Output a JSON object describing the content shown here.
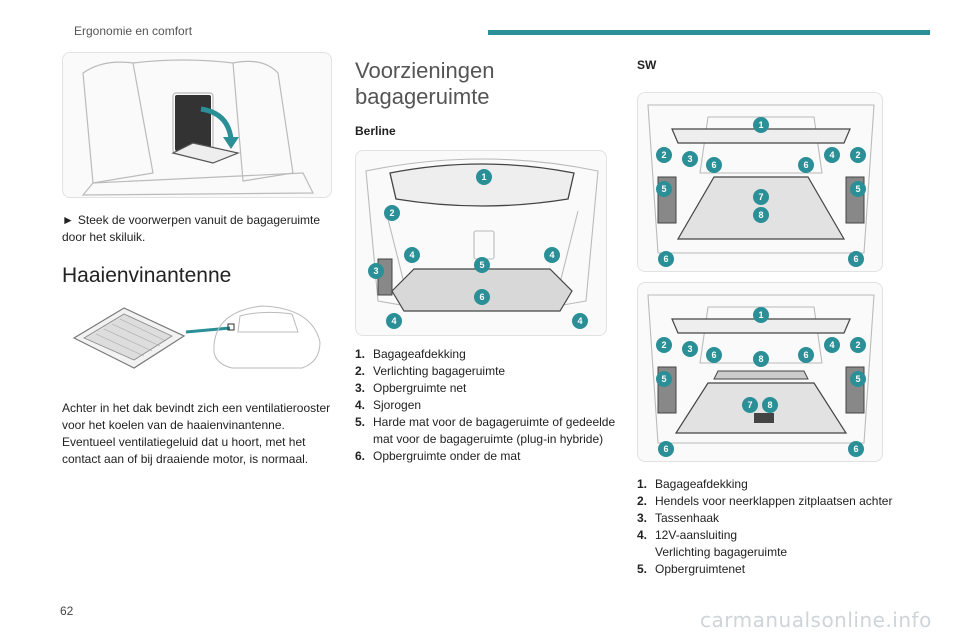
{
  "header": {
    "section": "Ergonomie en comfort"
  },
  "page_number": "62",
  "footer_watermark": "carmanualsonline.info",
  "colors": {
    "accent": "#2a8f97"
  },
  "left": {
    "ski_bullet": "Steek de voorwerpen vanuit de bagageruimte door het skiluik.",
    "antenna_title": "Haaienvinantenne",
    "antenna_text": "Achter in het dak bevindt zich een ventilatierooster voor het koelen van de haaienvinantenne. Eventueel ventilatiegeluid dat u hoort, met het contact aan of bij draaiende motor, is normaal."
  },
  "middle": {
    "title": "Voorzieningen bagageruimte",
    "subtitle": "Berline",
    "items": [
      {
        "n": "1.",
        "t": "Bagageafdekking"
      },
      {
        "n": "2.",
        "t": "Verlichting bagageruimte"
      },
      {
        "n": "3.",
        "t": "Opbergruimte net"
      },
      {
        "n": "4.",
        "t": "Sjorogen"
      },
      {
        "n": "5.",
        "t": "Harde mat voor de bagageruimte of gedeelde mat voor de bagageruimte (plug-in hybride)"
      },
      {
        "n": "6.",
        "t": "Opbergruimte onder de mat"
      }
    ]
  },
  "right": {
    "subtitle": "SW",
    "items": [
      {
        "n": "1.",
        "t": "Bagageafdekking"
      },
      {
        "n": "2.",
        "t": "Hendels voor neerklappen zitplaatsen achter"
      },
      {
        "n": "3.",
        "t": "Tassenhaak"
      },
      {
        "n": "4.",
        "t": "12V-aansluiting\nVerlichting bagageruimte"
      },
      {
        "n": "5.",
        "t": "Opbergruimtenet"
      }
    ]
  },
  "badges": {
    "berline": [
      "1",
      "2",
      "3",
      "4",
      "4",
      "5",
      "6",
      "4",
      "4"
    ],
    "sw1": [
      "1",
      "2",
      "3",
      "6",
      "6",
      "4",
      "2",
      "5",
      "5",
      "7",
      "8",
      "6",
      "6"
    ],
    "sw2": [
      "1",
      "2",
      "3",
      "6",
      "8",
      "6",
      "4",
      "2",
      "5",
      "5",
      "7",
      "8",
      "6",
      "6"
    ]
  }
}
